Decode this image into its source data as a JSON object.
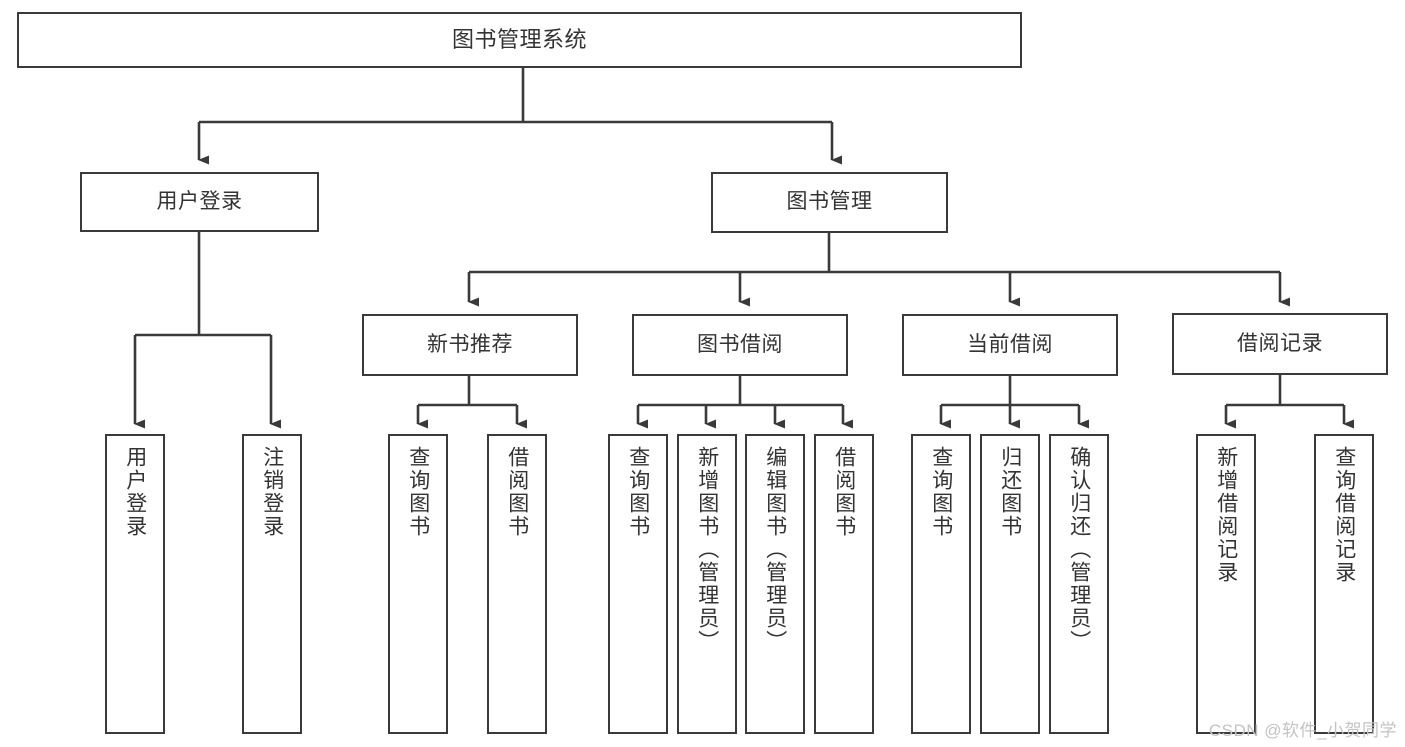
{
  "diagram": {
    "title": "图书管理系统",
    "type": "hierarchy-tree",
    "watermark": "CSDN @软件_小贺同学",
    "colors": {
      "box_border": "#3a3a3a",
      "box_fill": "#ffffff",
      "text": "#333333",
      "edge": "#3a3a3a",
      "watermark": "#c3c3c3"
    },
    "nodes": {
      "root": {
        "label": "图书管理系统"
      },
      "level2": [
        {
          "label": "用户登录"
        },
        {
          "label": "图书管理"
        }
      ],
      "level3": [
        {
          "label": "新书推荐"
        },
        {
          "label": "图书借阅"
        },
        {
          "label": "当前借阅"
        },
        {
          "label": "借阅记录"
        }
      ],
      "leaves_user_login": [
        {
          "label": "用户登录"
        },
        {
          "label": "注销登录"
        }
      ],
      "leaves_new_book": [
        {
          "label": "查询图书"
        },
        {
          "label": "借阅图书"
        }
      ],
      "leaves_borrow": [
        {
          "label": "查询图书"
        },
        {
          "label": "新增图书（管理员）"
        },
        {
          "label": "编辑图书（管理员）"
        },
        {
          "label": "借阅图书"
        }
      ],
      "leaves_current": [
        {
          "label": "查询图书"
        },
        {
          "label": "归还图书"
        },
        {
          "label": "确认归还（管理员）"
        }
      ],
      "leaves_records": [
        {
          "label": "新增借阅记录"
        },
        {
          "label": "查询借阅记录"
        }
      ]
    }
  }
}
